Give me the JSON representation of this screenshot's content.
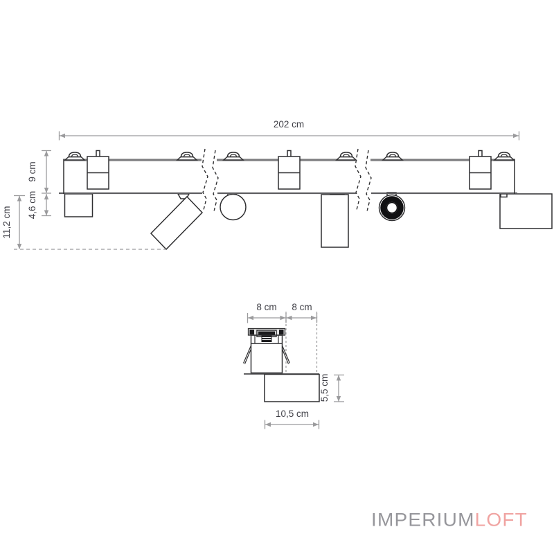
{
  "drawing": {
    "main_view": {
      "dims": {
        "total_length": "202 cm",
        "above_ceiling_height": "9 cm",
        "below_ceiling_height": "4,6 cm",
        "overall_height": "11,2 cm"
      }
    },
    "detail_view": {
      "dims": {
        "segment_left": "8 cm",
        "segment_right": "8 cm",
        "head_height": "5,5 cm",
        "head_length": "10,5 cm"
      }
    }
  },
  "brand": {
    "gray_part": "IMPERIUM",
    "accent_part": "LOFT"
  },
  "colors": {
    "line": "#2f2f31",
    "track_top": "#7d7d7f",
    "track_bottom": "#5d5d60",
    "dim": "#9b9b9d",
    "label": "#3f3f46",
    "brand_gray": "#96969b",
    "brand_accent": "#f0a3a1"
  }
}
